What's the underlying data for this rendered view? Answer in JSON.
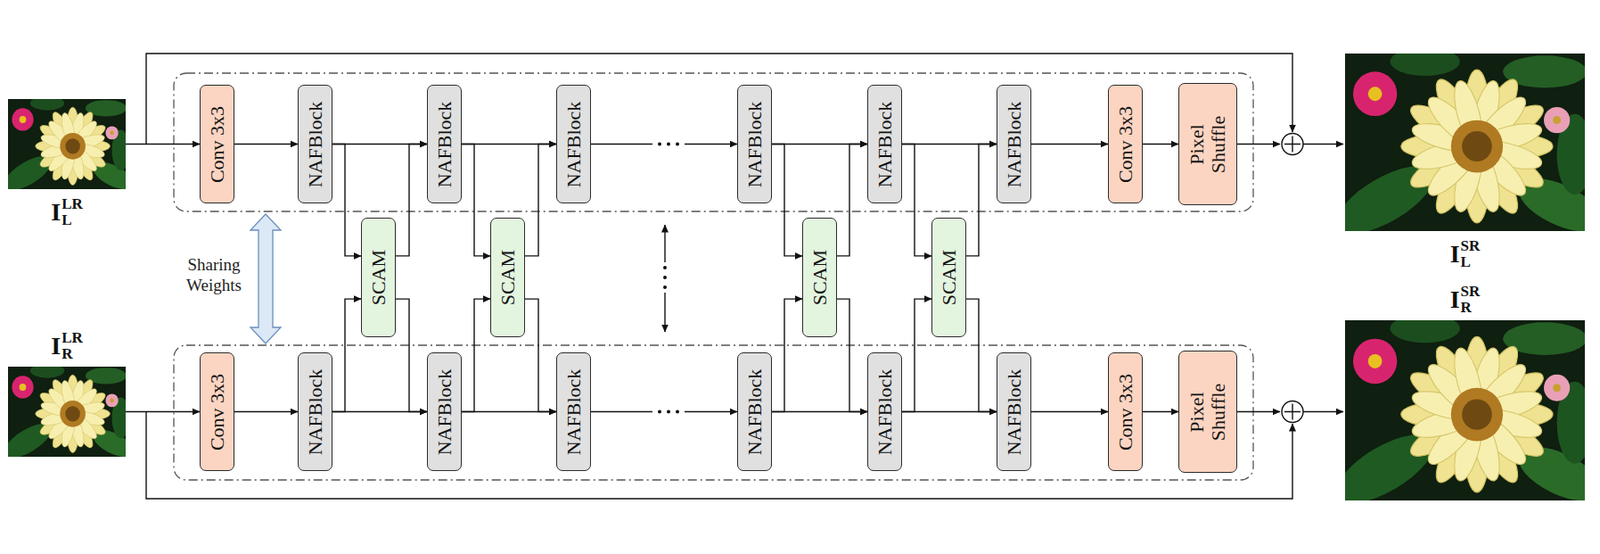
{
  "diagram": {
    "nodes": [
      {
        "text": [
          "I",
          "L",
          "LR"
        ]
      },
      {
        "text": [
          "Conv 3x3"
        ]
      },
      {
        "text": [
          "NAFBlock"
        ]
      },
      {
        "text": [
          "NAFBlock"
        ]
      },
      {
        "text": [
          "NAFBlock"
        ]
      },
      {
        "text": [
          "NAFBlock"
        ]
      },
      {
        "text": [
          "NAFBlock"
        ]
      },
      {
        "text": [
          "NAFBlock"
        ]
      },
      {
        "text": [
          "Conv 3x3"
        ]
      },
      {
        "text": [
          "Pixel Shuffle"
        ]
      },
      {
        "text": [
          "I",
          "L",
          "SR"
        ]
      },
      {
        "text": [
          "SCAM"
        ]
      },
      {
        "text": [
          "SCAM"
        ]
      },
      {
        "text": [
          "SCAM"
        ]
      },
      {
        "text": [
          "SCAM"
        ]
      },
      {
        "text": [
          "I",
          "R",
          "LR"
        ]
      },
      {
        "text": [
          "Conv 3x3"
        ]
      },
      {
        "text": [
          "NAFBlock"
        ]
      },
      {
        "text": [
          "NAFBlock"
        ]
      },
      {
        "text": [
          "NAFBlock"
        ]
      },
      {
        "text": [
          "NAFBlock"
        ]
      },
      {
        "text": [
          "NAFBlock"
        ]
      },
      {
        "text": [
          "NAFBlock"
        ]
      },
      {
        "text": [
          "Conv 3x3"
        ]
      },
      {
        "text": [
          "Pixel Shuffle"
        ]
      },
      {
        "text": [
          "I",
          "R",
          "SR"
        ]
      }
    ],
    "edges": [
      {
        "from": 0,
        "to": 1,
        "arrow": "to"
      },
      {
        "from": 1,
        "to": 2,
        "arrow": "to"
      },
      {
        "from": 2,
        "to": 3,
        "arrow": "to"
      },
      {
        "from": 3,
        "to": 4,
        "arrow": "to"
      },
      {
        "from": 4,
        "to": 5,
        "arrow": "to"
      },
      {
        "from": 5,
        "to": 6,
        "arrow": "to"
      },
      {
        "from": 6,
        "to": 7,
        "arrow": "to"
      },
      {
        "from": 7,
        "to": 8,
        "arrow": "to"
      },
      {
        "from": 8,
        "to": 9,
        "arrow": "to"
      },
      {
        "from": 15,
        "to": 16,
        "arrow": "to"
      },
      {
        "from": 16,
        "to": 17,
        "arrow": "to"
      },
      {
        "from": 17,
        "to": 18,
        "arrow": "to"
      },
      {
        "from": 18,
        "to": 19,
        "arrow": "to"
      },
      {
        "from": 19,
        "to": 20,
        "arrow": "to"
      },
      {
        "from": 20,
        "to": 21,
        "arrow": "to"
      },
      {
        "from": 21,
        "to": 22,
        "arrow": "to"
      },
      {
        "from": 22,
        "to": 23,
        "arrow": "to"
      },
      {
        "from": 23,
        "to": 24,
        "arrow": "to"
      },
      {
        "from": 2,
        "to": 11,
        "arrow": "to"
      },
      {
        "from": 17,
        "to": 11,
        "arrow": "to"
      },
      {
        "from": 11,
        "to": 3,
        "arrow": "to"
      },
      {
        "from": 11,
        "to": 18,
        "arrow": "to"
      },
      {
        "from": 3,
        "to": 12,
        "arrow": "to"
      },
      {
        "from": 18,
        "to": 12,
        "arrow": "to"
      },
      {
        "from": 12,
        "to": 4,
        "arrow": "to"
      },
      {
        "from": 12,
        "to": 19,
        "arrow": "to"
      },
      {
        "from": 5,
        "to": 13,
        "arrow": "to"
      },
      {
        "from": 20,
        "to": 13,
        "arrow": "to"
      },
      {
        "from": 13,
        "to": 6,
        "arrow": "to"
      },
      {
        "from": 13,
        "to": 21,
        "arrow": "to"
      },
      {
        "from": 6,
        "to": 14,
        "arrow": "to"
      },
      {
        "from": 21,
        "to": 14,
        "arrow": "to"
      },
      {
        "from": 14,
        "to": 7,
        "arrow": "to"
      },
      {
        "from": 14,
        "to": 22,
        "arrow": "to"
      }
    ],
    "labels": [
      "Sharing Weights"
    ]
  }
}
